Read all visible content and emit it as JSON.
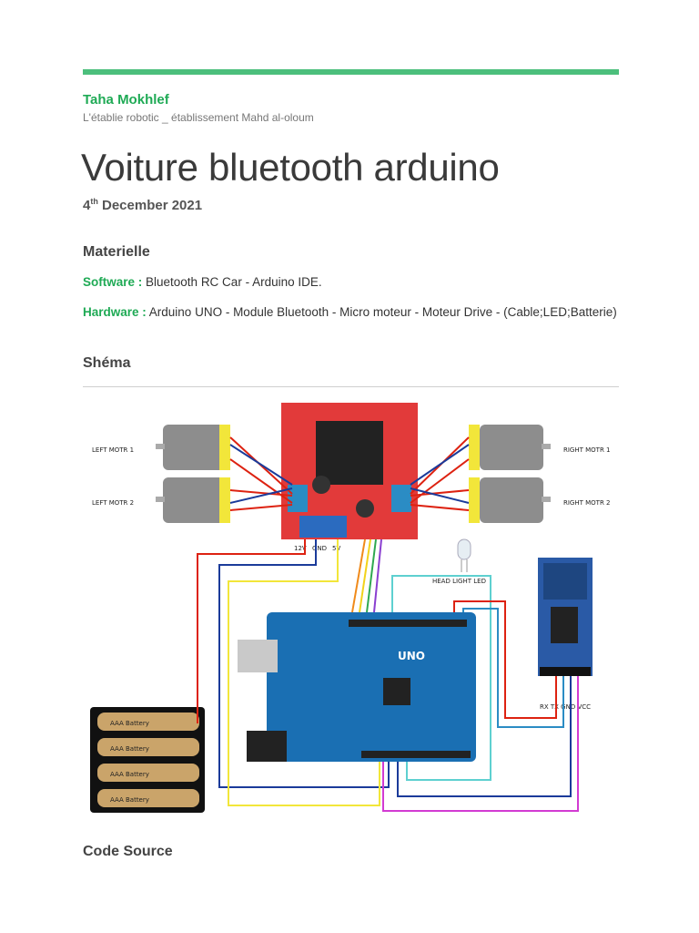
{
  "author": "Taha Mokhlef",
  "organization": "L'établie robotic _ établissement Mahd al-oloum",
  "title": "Voiture bluetooth arduino",
  "date": {
    "day": "4",
    "suffix": "th",
    "rest": " December 2021"
  },
  "sections": {
    "materiel": "Materielle",
    "schema": "Shéma",
    "code": "Code Source"
  },
  "software": {
    "key": "Software :",
    "value": " Bluetooth RC Car - Arduino IDE."
  },
  "hardware": {
    "key": "Hardware :",
    "value": " Arduino UNO - Module Bluetooth - Micro moteur - Moteur Drive - (Cable;LED;Batterie)"
  },
  "diagram_labels": {
    "left_motor_1": "LEFT MOTR 1",
    "left_motor_2": "LEFT MOTR 2",
    "right_motor_1": "RIGHT MOTR 1",
    "right_motor_2": "RIGHT MOTR 2",
    "v12": "12V",
    "gnd": "GND",
    "v5": "5V",
    "head_light": "HEAD LIGHT LED",
    "board": "UNO",
    "battery": "AAA Battery",
    "bt_pins": "RX TX GND VCC"
  },
  "colors": {
    "accent": "#4cbf7c",
    "accent_text": "#1faa55"
  }
}
